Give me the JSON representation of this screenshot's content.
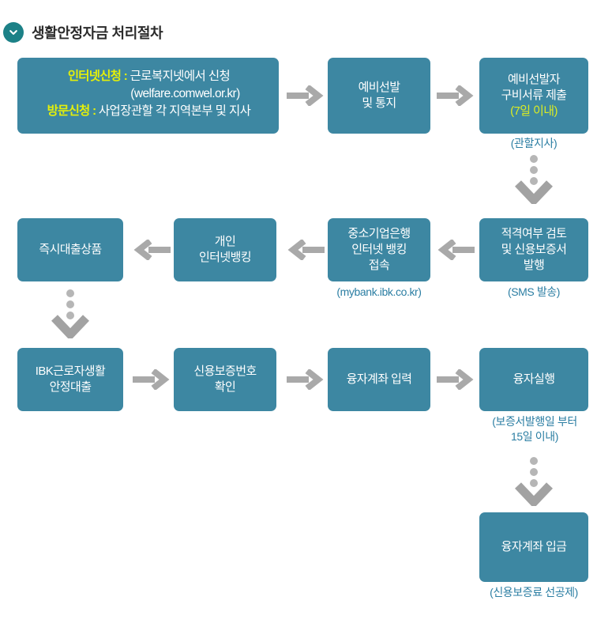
{
  "page": {
    "title": "생활안정자금 처리절차",
    "bullet_icon": "chevron-down-icon",
    "colors": {
      "node_fill": "#3d87a2",
      "node_text": "#ffffff",
      "highlight_text": "#e3ef0b",
      "caption_text": "#2b7ea3",
      "arrow": "#a9a9a9",
      "bullet": "#1c8187",
      "background": "#ffffff"
    }
  },
  "nodes": {
    "apply": {
      "rows": [
        {
          "label": "인터넷신청",
          "sep": " : ",
          "value": "근로복지넷에서 신청",
          "indent": false
        },
        {
          "label": "",
          "sep": "",
          "value": "(welfare.comwel.or.kr)",
          "indent": true
        },
        {
          "label": "방문신청",
          "sep": " : ",
          "value": "사업장관할 각 지역본부 및 지사",
          "indent": false
        }
      ]
    },
    "preselect": {
      "line1": "예비선발",
      "line2": "및 통지"
    },
    "documents": {
      "line1": "예비선발자",
      "line2": "구비서류 제출",
      "line3_highlight": "(7일 이내)"
    },
    "review": {
      "line1": "적격여부 검토",
      "line2": "및 신용보증서",
      "line3": "발행"
    },
    "ibk_banking": {
      "line1": "중소기업은행",
      "line2": "인터넷 뱅킹",
      "line3": "접속"
    },
    "personal_banking": {
      "line1": "개인",
      "line2": "인터넷뱅킹"
    },
    "instant_loan": {
      "line1": "즉시대출상품"
    },
    "ibk_loan": {
      "line1": "IBK근로자생활",
      "line2": "안정대출"
    },
    "guarantee_no": {
      "line1": "신용보증번호",
      "line2": "확인"
    },
    "account_input": {
      "line1": "융자계좌 입력"
    },
    "loan_exec": {
      "line1": "융자실행"
    },
    "deposit": {
      "line1": "융자계좌 입금"
    }
  },
  "captions": {
    "documents": "(관할지사)",
    "review": "(SMS 발송)",
    "ibk_banking": "(mybank.ibk.co.kr)",
    "loan_exec": "(보증서발행일 부터\n15일 이내)",
    "deposit": "(신용보증료 선공제)"
  },
  "arrows": {
    "apply_to_preselect": "arrow-right-icon",
    "preselect_to_documents": "arrow-right-icon",
    "documents_to_review": "dotted-arrow-down-icon",
    "review_to_ibk_banking": "arrow-left-icon",
    "ibk_banking_to_personal": "arrow-left-icon",
    "personal_to_instant": "arrow-left-icon",
    "instant_to_ibk_loan": "dotted-arrow-down-icon",
    "ibk_loan_to_guarantee": "arrow-right-icon",
    "guarantee_to_account": "arrow-right-icon",
    "account_to_exec": "arrow-right-icon",
    "exec_to_deposit": "dotted-arrow-down-icon"
  }
}
